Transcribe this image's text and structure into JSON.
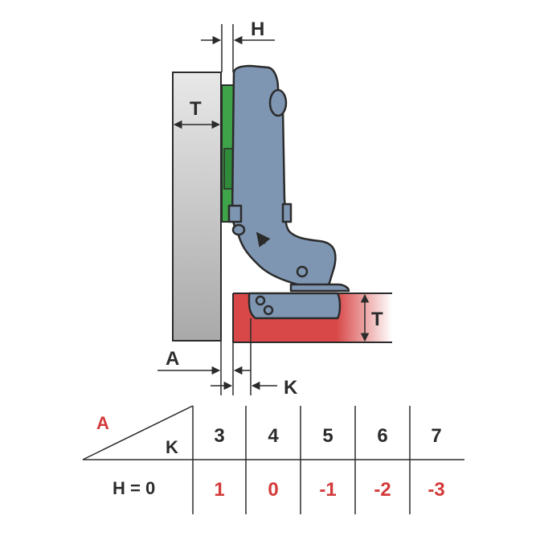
{
  "diagram": {
    "labels": {
      "h_top": "H",
      "t_door": "T",
      "t_cabinet": "T",
      "a_bottom": "A",
      "k_bottom": "K"
    }
  },
  "table": {
    "corner_top": "A",
    "corner_bottom": "K",
    "row_label": "H = 0",
    "columns": [
      "3",
      "4",
      "5",
      "6",
      "7"
    ],
    "values": [
      "1",
      "0",
      "-1",
      "-2",
      "-3"
    ]
  },
  "colors": {
    "door_gray": "#c9c9c9",
    "hinge_blue": "#7f96b3",
    "plate_green": "#3fa34a",
    "cabinet_red": "#d84848",
    "value_red": "#d33a3a",
    "outline": "#2b2b2b"
  }
}
